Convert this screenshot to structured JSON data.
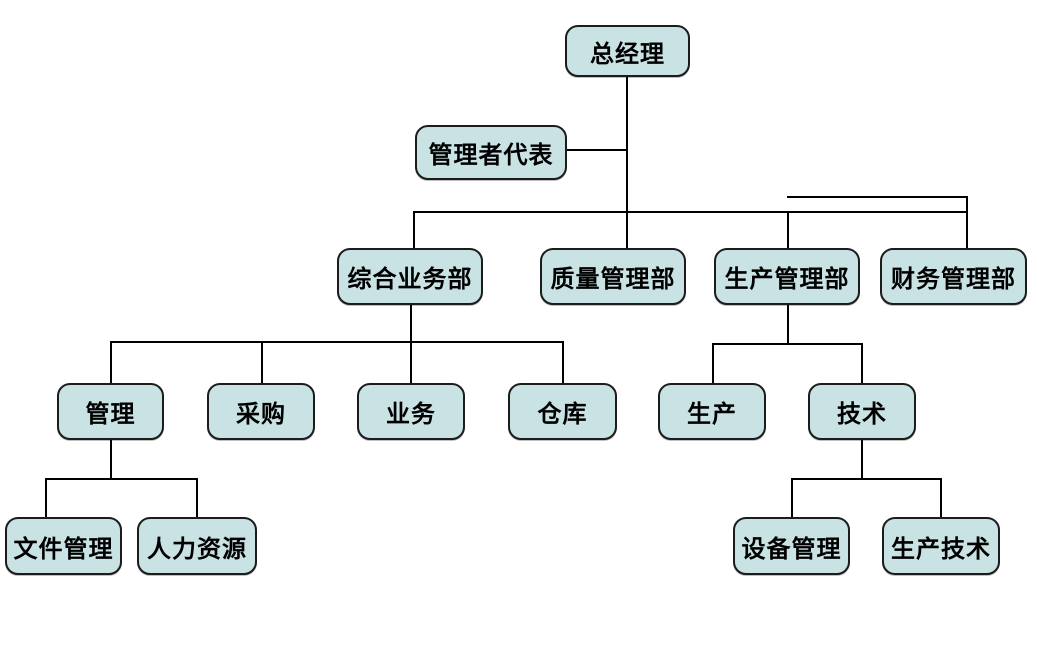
{
  "chart": {
    "type": "org-chart",
    "background": "#ffffff",
    "colors": {
      "node_fill": "#c9e2e4",
      "node_border": "#1c1c1c",
      "connector": "#000000",
      "text": "#000000"
    },
    "nodes": {
      "gm": {
        "label": "总经理"
      },
      "rep": {
        "label": "管理者代表"
      },
      "dept_general": {
        "label": "综合业务部"
      },
      "dept_quality": {
        "label": "质量管理部"
      },
      "dept_production": {
        "label": "生产管理部"
      },
      "dept_finance": {
        "label": "财务管理部"
      },
      "management": {
        "label": "管理"
      },
      "purchasing": {
        "label": "采购"
      },
      "business": {
        "label": "业务"
      },
      "warehouse": {
        "label": "仓库"
      },
      "production": {
        "label": "生产"
      },
      "technology": {
        "label": "技术"
      },
      "doc_mgmt": {
        "label": "文件管理"
      },
      "hr": {
        "label": "人力资源"
      },
      "equip_mgmt": {
        "label": "设备管理"
      },
      "prod_tech": {
        "label": "生产技术"
      }
    },
    "edges": [
      {
        "from": "gm",
        "to": "rep",
        "style": "staff-side-branch"
      },
      {
        "from": "gm",
        "to": "dept_general"
      },
      {
        "from": "gm",
        "to": "dept_quality"
      },
      {
        "from": "gm",
        "to": "dept_production"
      },
      {
        "from": "gm",
        "to": "dept_finance"
      },
      {
        "from": "dept_general",
        "to": "management"
      },
      {
        "from": "dept_general",
        "to": "purchasing"
      },
      {
        "from": "dept_general",
        "to": "business"
      },
      {
        "from": "dept_general",
        "to": "warehouse"
      },
      {
        "from": "management",
        "to": "doc_mgmt"
      },
      {
        "from": "management",
        "to": "hr"
      },
      {
        "from": "dept_production",
        "to": "production"
      },
      {
        "from": "dept_production",
        "to": "technology"
      },
      {
        "from": "technology",
        "to": "equip_mgmt"
      },
      {
        "from": "technology",
        "to": "prod_tech"
      }
    ]
  }
}
